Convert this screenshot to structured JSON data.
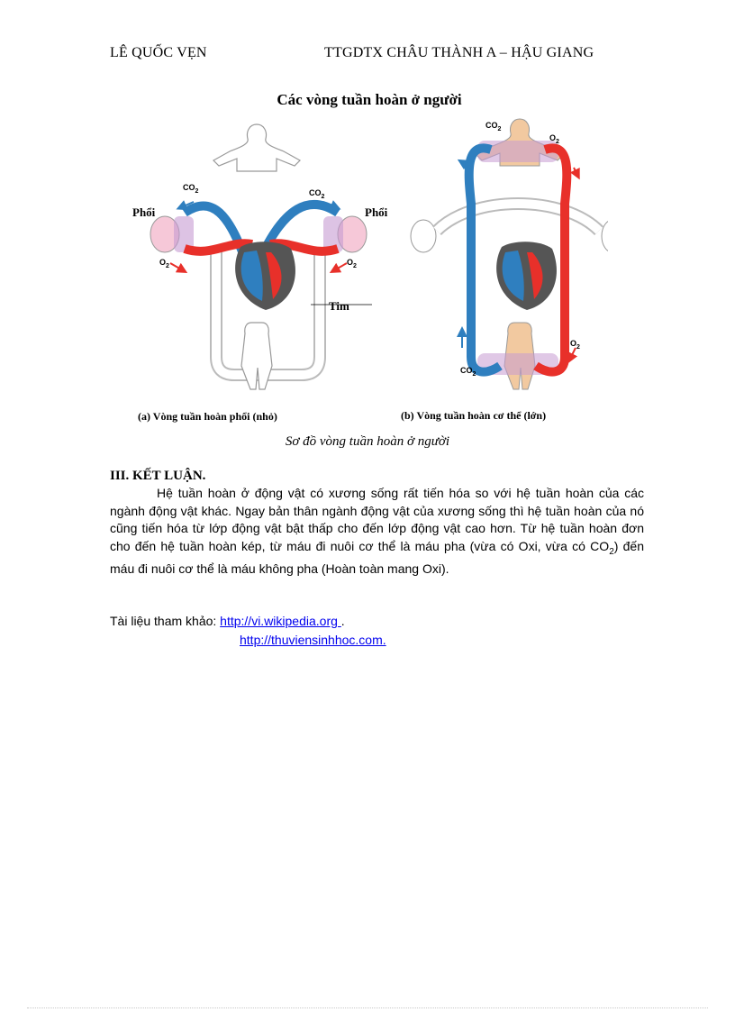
{
  "header": {
    "left": "LÊ QUỐC VẸN",
    "right": "TTGDTX CHÂU THÀNH A – HẬU GIANG"
  },
  "figure": {
    "title": "Các vòng tuần hoàn ở người",
    "labels": {
      "lung_left": "Phổi",
      "lung_right": "Phổi",
      "co2_a_left": "CO",
      "co2_a_right": "CO",
      "o2_a_left": "O",
      "o2_a_right": "O",
      "heart": "Tim",
      "co2_b_top": "CO",
      "o2_b_top": "O",
      "o2_b_bottom": "O",
      "co2_b_bottom": "CO",
      "subscript_2": "2"
    },
    "panel_a_caption": "(a) Vòng tuần hoàn phổi (nhỏ)",
    "panel_b_caption": "(b) Vòng tuần hoàn cơ thể (lớn)",
    "colors": {
      "oxygenated": "#e8302a",
      "deoxygenated": "#2f7fbf",
      "heart_dark": "#555555",
      "skin": "#f2c9a0",
      "lung": "#f6c8d8"
    }
  },
  "caption": "Sơ đồ vòng tuần hoàn ở người",
  "section": {
    "heading": "III. KẾT LUẬN.",
    "para_text_1": "Hệ tuần hoàn ở động vật có xương sống rất tiến hóa so với hệ tuần hoàn của các ngành động vật khác. Ngay bản thân ngành động vật của xương sống thì hệ tuần hoàn của nó cũng tiến hóa từ lớp động vật bật thấp cho đến lớp động vật cao hơn. Từ hệ tuần hoàn đơn cho đến hệ tuần hoàn kép, từ máu đi nuôi cơ thể là máu pha (vừa có Oxi, vừa có CO",
    "para_sub": "2",
    "para_text_2": ") đến máu đi nuôi cơ thể là máu không pha (Hoàn toàn mang Oxi)."
  },
  "references": {
    "label": "Tài liệu tham khảo: ",
    "links": [
      "http://vi.wikipedia.org ",
      "http://thuviensinhhoc.com. "
    ],
    "trailing": "."
  }
}
